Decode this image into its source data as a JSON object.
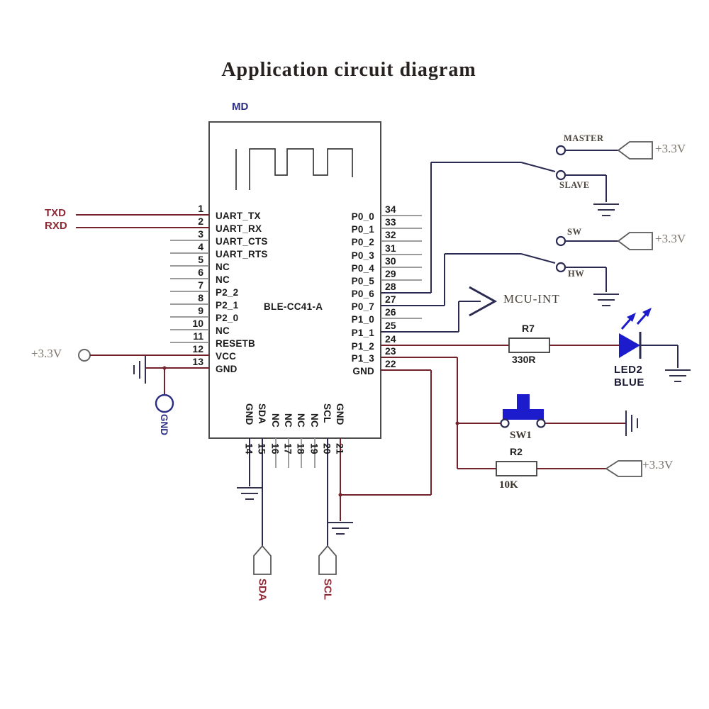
{
  "title": "Application circuit diagram",
  "module": {
    "designator": "MD",
    "part_number": "BLE-CC41-A",
    "left_pins": [
      {
        "num": "1",
        "label": "UART_TX"
      },
      {
        "num": "2",
        "label": "UART_RX"
      },
      {
        "num": "3",
        "label": "UART_CTS"
      },
      {
        "num": "4",
        "label": "UART_RTS"
      },
      {
        "num": "5",
        "label": "NC"
      },
      {
        "num": "6",
        "label": "NC"
      },
      {
        "num": "7",
        "label": "P2_2"
      },
      {
        "num": "8",
        "label": "P2_1"
      },
      {
        "num": "9",
        "label": "P2_0"
      },
      {
        "num": "10",
        "label": "NC"
      },
      {
        "num": "11",
        "label": "RESETB"
      },
      {
        "num": "12",
        "label": "VCC"
      },
      {
        "num": "13",
        "label": "GND"
      }
    ],
    "right_pins": [
      {
        "num": "34",
        "label": "P0_0"
      },
      {
        "num": "33",
        "label": "P0_1"
      },
      {
        "num": "32",
        "label": "P0_2"
      },
      {
        "num": "31",
        "label": "P0_3"
      },
      {
        "num": "30",
        "label": "P0_4"
      },
      {
        "num": "29",
        "label": "P0_5"
      },
      {
        "num": "28",
        "label": "P0_6"
      },
      {
        "num": "27",
        "label": "P0_7"
      },
      {
        "num": "26",
        "label": "P1_0"
      },
      {
        "num": "25",
        "label": "P1_1"
      },
      {
        "num": "24",
        "label": "P1_2"
      },
      {
        "num": "23",
        "label": "P1_3"
      },
      {
        "num": "22",
        "label": "GND"
      }
    ],
    "bottom_pins": [
      {
        "num": "14",
        "label": "GND"
      },
      {
        "num": "15",
        "label": "SDA"
      },
      {
        "num": "16",
        "label": "NC"
      },
      {
        "num": "17",
        "label": "NC"
      },
      {
        "num": "18",
        "label": "NC"
      },
      {
        "num": "19",
        "label": "NC"
      },
      {
        "num": "20",
        "label": "SCL"
      },
      {
        "num": "21",
        "label": "GND"
      }
    ]
  },
  "left_labels": {
    "txd": "TXD",
    "rxd": "RXD",
    "supply": "+3.3V",
    "gnd": "GND"
  },
  "mode_switch": {
    "option_top": "MASTER",
    "option_bottom": "SLAVE",
    "supply": "+3.3V"
  },
  "role_switch": {
    "option_top": "SW",
    "option_bottom": "HW",
    "supply": "+3.3V"
  },
  "interrupt": {
    "label": "MCU-INT"
  },
  "led_branch": {
    "resistor_ref": "R7",
    "resistor_value": "330R",
    "led_ref": "LED2",
    "led_color": "BLUE"
  },
  "button_branch": {
    "button_ref": "SW1"
  },
  "pullup_branch": {
    "resistor_ref": "R2",
    "resistor_value": "10K",
    "supply": "+3.3V"
  },
  "i2c_headers": {
    "sda": "SDA",
    "scl": "SCL"
  },
  "colors": {
    "maroon": "#73222c",
    "navy": "#2a2a52",
    "gray": "#8f8f8f",
    "blue": "#1c1ccd",
    "navy_text": "#2b2e85",
    "label_red": "#8d2a36",
    "label_gray": "#7a736a",
    "label_dark": "#4a433c"
  }
}
